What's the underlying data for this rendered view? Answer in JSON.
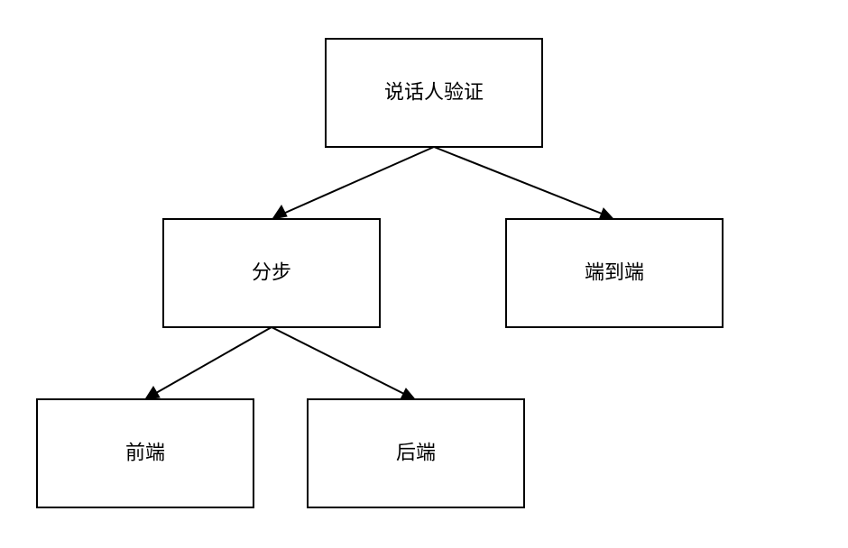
{
  "diagram": {
    "nodes": {
      "root": {
        "label": "说话人验证"
      },
      "stepwise": {
        "label": "分步"
      },
      "end_to_end": {
        "label": "端到端"
      },
      "frontend": {
        "label": "前端"
      },
      "backend": {
        "label": "后端"
      }
    },
    "edges": [
      {
        "from": "root",
        "to": "stepwise"
      },
      {
        "from": "root",
        "to": "end_to_end"
      },
      {
        "from": "stepwise",
        "to": "frontend"
      },
      {
        "from": "stepwise",
        "to": "backend"
      }
    ],
    "colors": {
      "stroke": "#000000",
      "fill": "#ffffff",
      "text": "#000000"
    }
  }
}
